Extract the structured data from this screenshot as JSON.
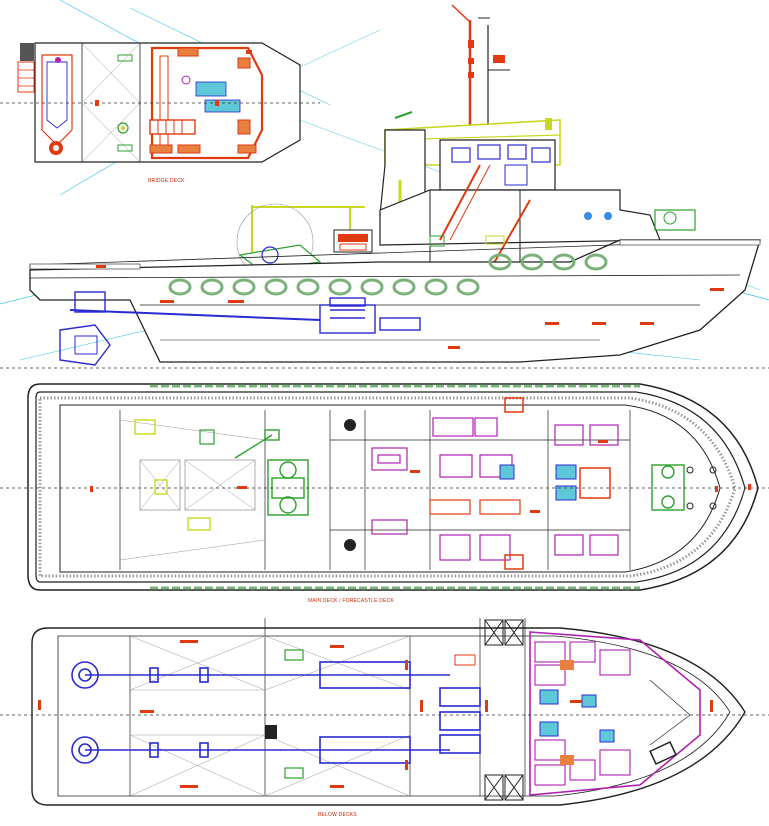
{
  "drawing": {
    "captions": {
      "bridge_deck": "BRIDGE DECK",
      "main_deck": "MAIN DECK / FORECASTLE DECK",
      "lower_deck": "BELOW DECKS"
    }
  },
  "palette": {
    "outline": "#222222",
    "machinery": "#2a2ad0",
    "accommodation": "#b020b0",
    "structure_red": "#e03a10",
    "deck_fittings": "#c8d820",
    "winch_green": "#2ca02c",
    "dim_lines": "#40c8e8",
    "fender": "#7ab27a",
    "centerline": "#333333"
  }
}
